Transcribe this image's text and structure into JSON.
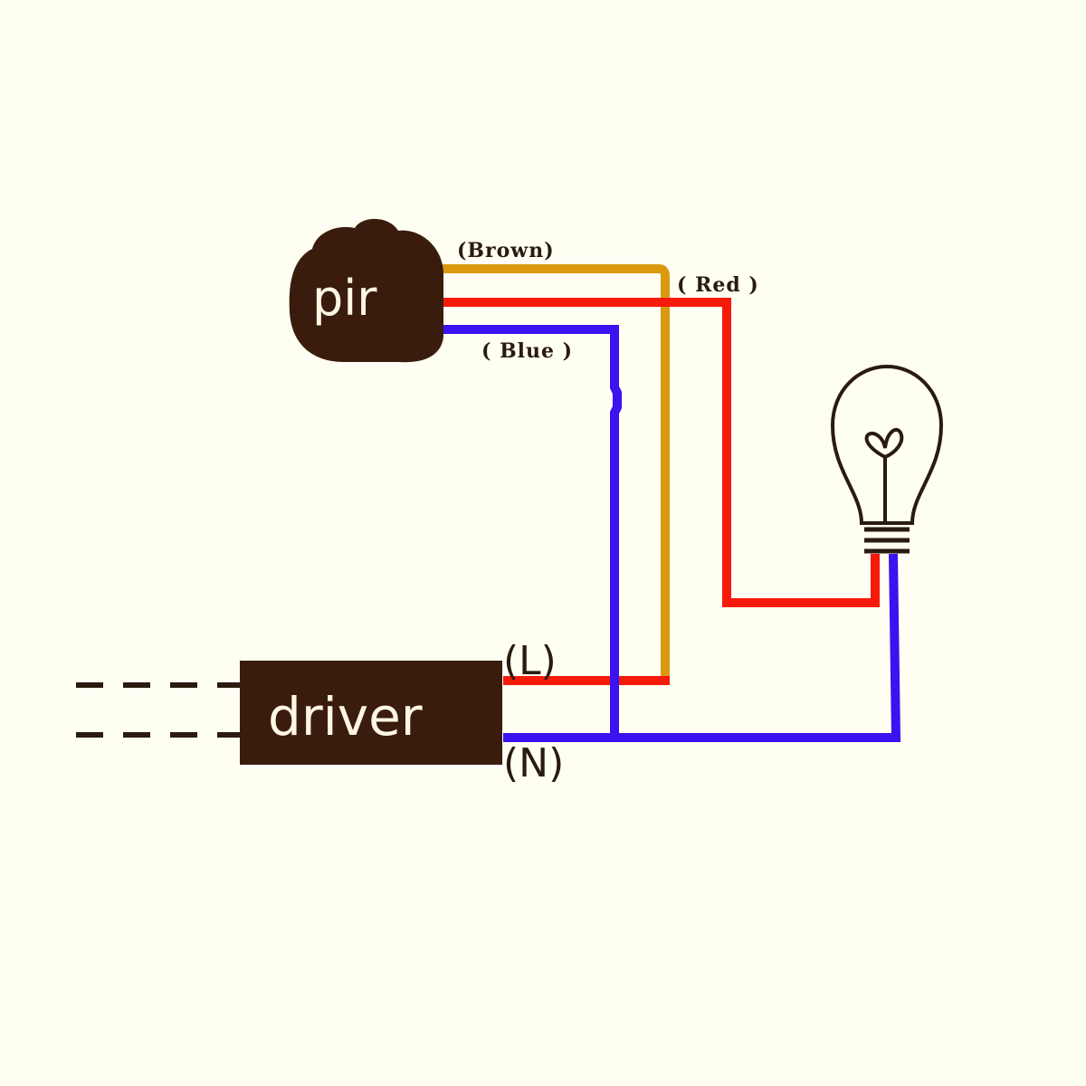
{
  "diagram": {
    "title": "PIR sensor wiring diagram",
    "colors": {
      "background": "#fffef2",
      "component_fill": "#3a1c0c",
      "component_text": "#fff6e4",
      "wire_brown": "#d99a10",
      "wire_red": "#f51a0a",
      "wire_blue": "#3b12f0",
      "bulb_outline": "#2a1a10"
    },
    "components": {
      "pir": {
        "label": "pir"
      },
      "driver": {
        "label": "driver"
      },
      "bulb": {
        "label": "light bulb"
      }
    },
    "wire_labels": {
      "brown": "(Brown)",
      "red": "( Red )",
      "blue": "( Blue )"
    },
    "terminals": {
      "live": "(L)",
      "neutral": "(N)"
    },
    "connections": [
      {
        "wire": "Brown",
        "from": "pir",
        "to": "driver (L)"
      },
      {
        "wire": "Red",
        "from": "pir",
        "to": "bulb"
      },
      {
        "wire": "Blue",
        "from": "pir",
        "to": "driver (N)"
      },
      {
        "wire": "Red",
        "from": "driver (L)",
        "to": "brown wire"
      },
      {
        "wire": "Blue",
        "from": "driver (N)",
        "to": "bulb"
      }
    ],
    "input_lines": [
      "dashed input line 1",
      "dashed input line 2"
    ]
  }
}
